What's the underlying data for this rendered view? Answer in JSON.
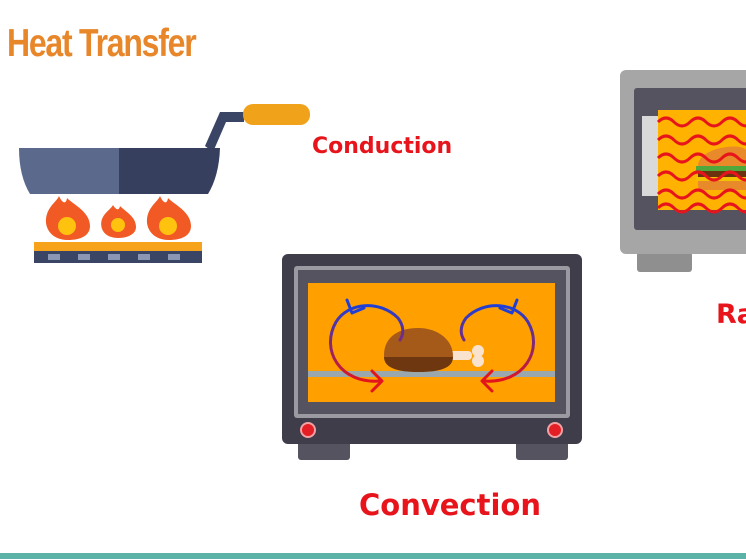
{
  "title": "Heat Transfer",
  "labels": {
    "conduction": "Conduction",
    "convection": "Convection",
    "radiation": "Ra"
  },
  "colors": {
    "title": "#e8862a",
    "label": "#e8141c",
    "bottom_bar": "#5bb3a8",
    "oven_body": "#3f3d4a",
    "oven_cavity": "#ffa000",
    "microwave_body": "#a6a6a6",
    "microwave_cavity": "#ffb300",
    "wave": "#e8141c",
    "flame_outer": "#f15a24",
    "flame_inner": "#ffc20e",
    "pan": "#4c5a7a",
    "handle": "#f0a21b"
  },
  "icons": {
    "conduction": "frying-pan-on-stove-icon",
    "convection": "convection-oven-icon",
    "radiation": "microwave-oven-icon"
  }
}
